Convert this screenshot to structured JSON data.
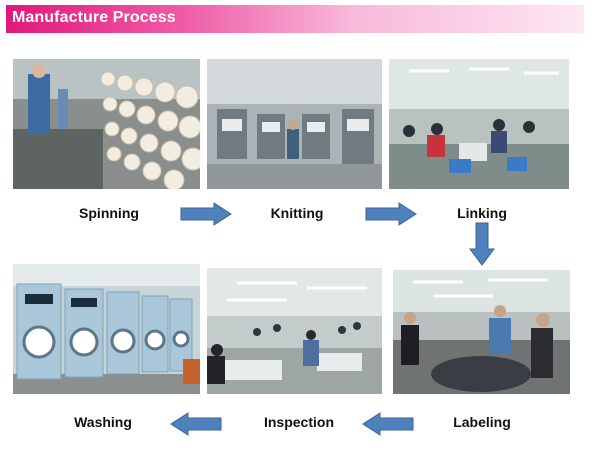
{
  "header": {
    "title": "Manufacture Process"
  },
  "steps": [
    {
      "label": "Spinning"
    },
    {
      "label": "Knitting"
    },
    {
      "label": "Linking"
    },
    {
      "label": "Labeling"
    },
    {
      "label": "Inspection"
    },
    {
      "label": "Washing"
    }
  ],
  "colors": {
    "header_start": "#e0187b",
    "header_end": "#fde7f2",
    "arrow_fill": "#4f81bd",
    "arrow_stroke": "#3a6593"
  }
}
